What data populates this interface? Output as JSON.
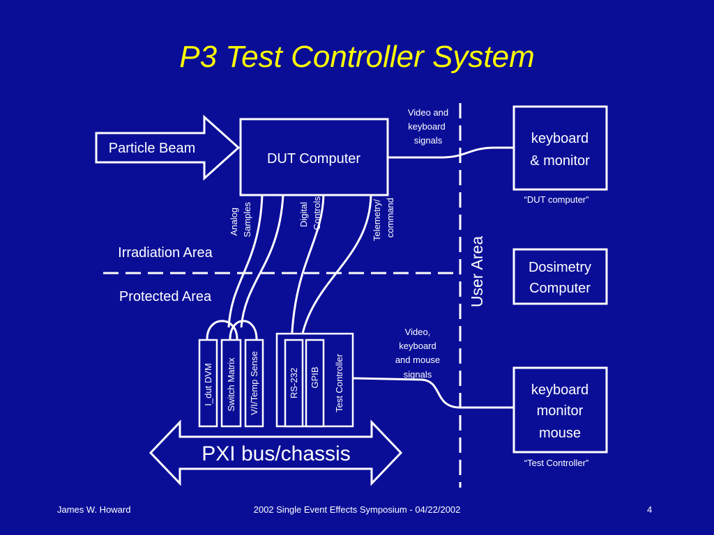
{
  "title": "P3 Test Controller System",
  "colors": {
    "background": "#0a0e96",
    "title": "#ffff00",
    "foreground": "#ffffff"
  },
  "diagram": {
    "particle_beam": "Particle Beam",
    "dut_computer": "DUT Computer",
    "kbm_top": {
      "line1": "keyboard",
      "line2": "& monitor",
      "caption": "“DUT computer”"
    },
    "dosimetry": {
      "line1": "Dosimetry",
      "line2": "Computer"
    },
    "kbm_bottom": {
      "line1": "keyboard",
      "line2": "monitor",
      "line3": "mouse",
      "caption": "“Test Controller”"
    },
    "video_top": {
      "line1": "Video and",
      "line2": "keyboard",
      "line3": "signals"
    },
    "video_bottom": {
      "line1": "Video,",
      "line2": "keyboard",
      "line3": "and mouse",
      "line4": "signals"
    },
    "analog": {
      "line1": "Analog",
      "line2": "Samples"
    },
    "digital": {
      "line1": "Digital",
      "line2": "Controls"
    },
    "telemetry": {
      "line1": "Telemetry/",
      "line2": "command"
    },
    "irradiation_area": "Irradiation Area",
    "protected_area": "Protected Area",
    "user_area": "User Area",
    "modules": {
      "idut_dvm": "I_dut DVM",
      "switch_matrix": "Switch Matrix",
      "vit_sense": "V/I/Temp Sense",
      "rs232": "RS-232",
      "gpib": "GPIB",
      "test_controller": "Test Controller"
    },
    "pxi_bus": "PXI bus/chassis"
  },
  "footer": {
    "author": "James W. Howard",
    "event": "2002 Single Event Effects Symposium - 04/22/2002",
    "page": "4"
  }
}
